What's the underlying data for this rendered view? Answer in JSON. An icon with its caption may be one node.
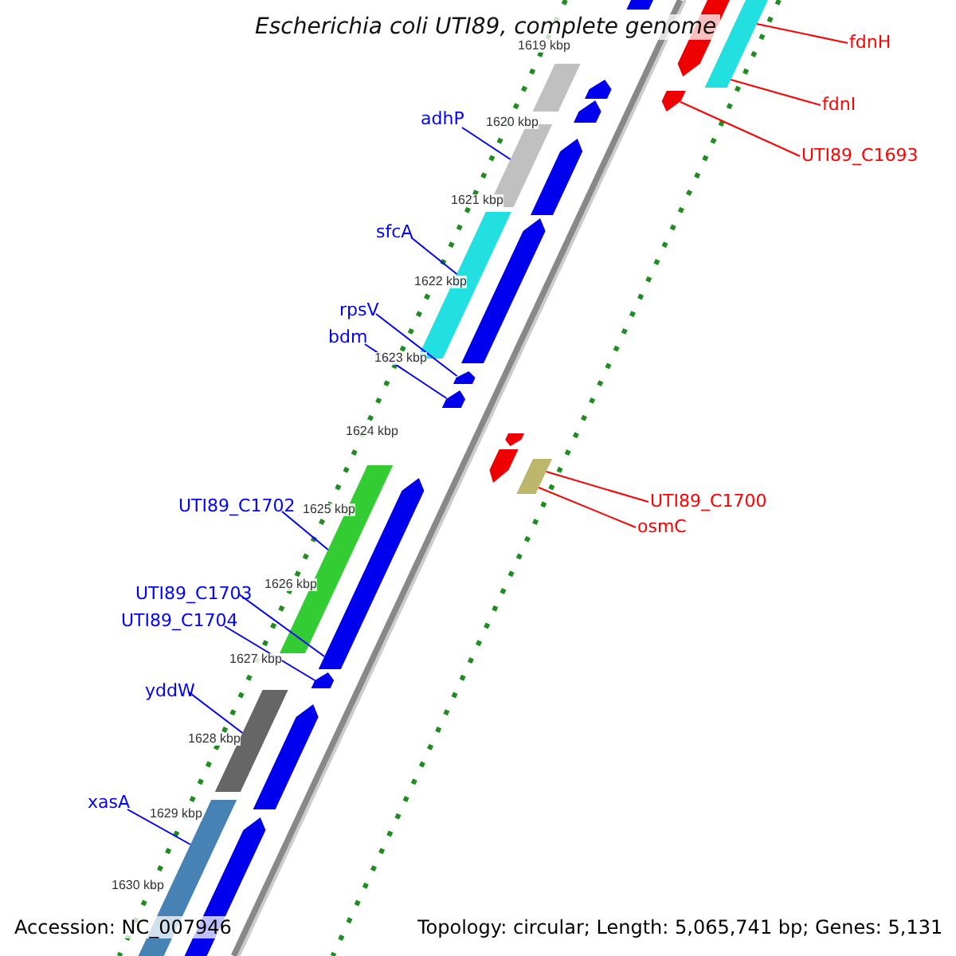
{
  "diagram": {
    "title": "Escherichia coli UTI89, complete genome",
    "nodes": [
      {
        "text": [
          "fdnH"
        ]
      },
      {
        "text": [
          "fdnI"
        ]
      },
      {
        "text": [
          "UTI89_C1693"
        ]
      },
      {
        "text": [
          "adhP"
        ]
      },
      {
        "text": [
          "sfcA"
        ]
      },
      {
        "text": [
          "rpsV"
        ]
      },
      {
        "text": [
          "bdm"
        ]
      },
      {
        "text": [
          "UTI89_C1700"
        ]
      },
      {
        "text": [
          "osmC"
        ]
      },
      {
        "text": [
          "UTI89_C1702"
        ]
      },
      {
        "text": [
          "UTI89_C1703"
        ]
      },
      {
        "text": [
          "UTI89_C1704"
        ]
      },
      {
        "text": [
          "yddW"
        ]
      },
      {
        "text": [
          "xasA"
        ]
      },
      {
        "text": [],
        "shape": "bar"
      },
      {
        "text": [],
        "shape": "bar"
      },
      {
        "text": [],
        "shape": "bar"
      },
      {
        "text": [],
        "shape": "bar"
      },
      {
        "text": [],
        "shape": "bar"
      },
      {
        "text": [],
        "shape": "bar"
      },
      {
        "text": [],
        "shape": "bar"
      },
      {
        "text": [],
        "shape": "bar"
      },
      {
        "text": [],
        "shape": "bar"
      },
      {
        "text": [],
        "shape": "bar"
      },
      {
        "text": [],
        "shape": "bar"
      },
      {
        "text": [],
        "shape": "bar"
      },
      {
        "text": [],
        "shape": "bar"
      },
      {
        "text": [],
        "shape": "bar"
      },
      {
        "text": [],
        "shape": "bar"
      },
      {
        "text": [],
        "shape": "bar"
      },
      {
        "text": [],
        "shape": "bar"
      },
      {
        "text": [],
        "shape": "bar"
      },
      {
        "text": [],
        "shape": "bar"
      },
      {
        "text": [],
        "shape": "bar"
      },
      {
        "text": [],
        "shape": "bar"
      },
      {
        "text": [],
        "shape": "bar"
      },
      {
        "text": [],
        "shape": "bar"
      }
    ],
    "edges": [
      {
        "from": 0,
        "to": 16,
        "arrow": "none",
        "color": "#ff0000"
      },
      {
        "from": 1,
        "to": 16,
        "arrow": "none",
        "color": "#ff0000"
      },
      {
        "from": 2,
        "to": 19,
        "arrow": "none",
        "color": "#ff0000"
      },
      {
        "from": 3,
        "to": 21,
        "arrow": "none"
      },
      {
        "from": 4,
        "to": 23,
        "arrow": "none"
      },
      {
        "from": 5,
        "to": 25,
        "arrow": "none"
      },
      {
        "from": 6,
        "to": 26,
        "arrow": "none"
      },
      {
        "from": 7,
        "to": 29,
        "arrow": "none",
        "color": "#ff0000"
      },
      {
        "from": 8,
        "to": 29,
        "arrow": "none",
        "color": "#ff0000"
      },
      {
        "from": 9,
        "to": 30,
        "arrow": "none"
      },
      {
        "from": 10,
        "to": 31,
        "arrow": "none"
      },
      {
        "from": 11,
        "to": 32,
        "arrow": "none"
      },
      {
        "from": 12,
        "to": 33,
        "arrow": "none"
      },
      {
        "from": 13,
        "to": 35,
        "arrow": "none"
      }
    ],
    "labels": [
      "1619 kbp",
      "1620 kbp",
      "1621 kbp",
      "1622 kbp",
      "1623 kbp",
      "1624 kbp",
      "1625 kbp",
      "1626 kbp",
      "1627 kbp",
      "1628 kbp",
      "1629 kbp",
      "1630 kbp",
      "Accession: NC_007946",
      "Topology: circular; Length: 5,065,741 bp; Genes: 5,131"
    ]
  }
}
